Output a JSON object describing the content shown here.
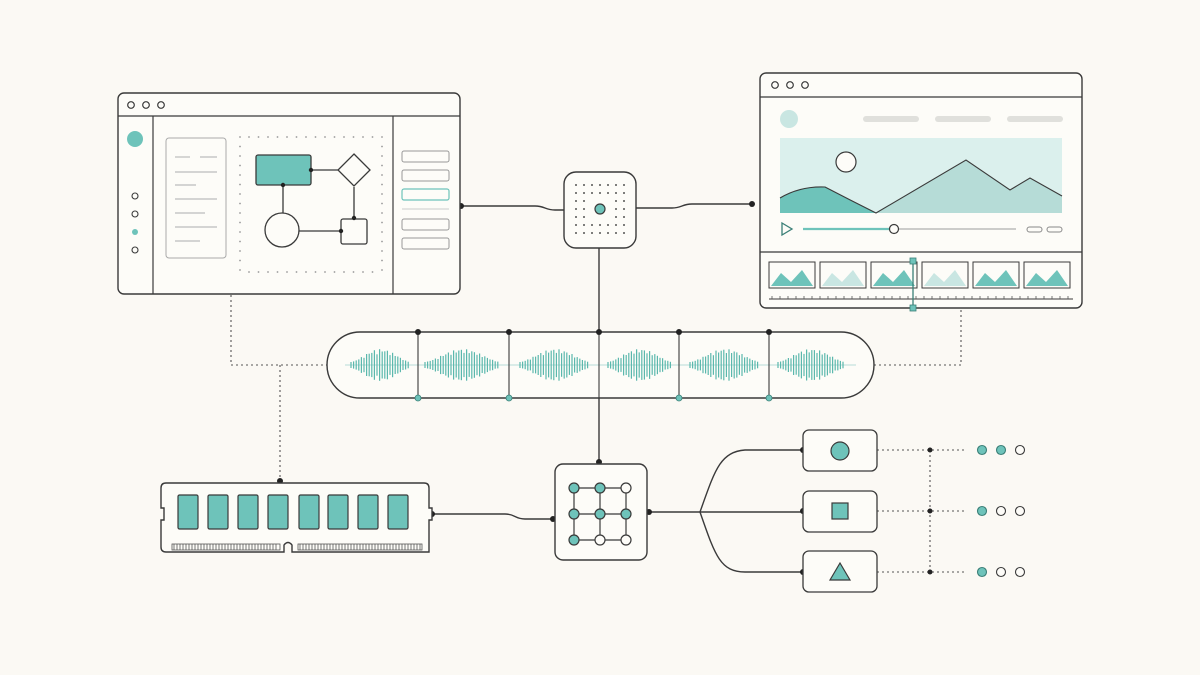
{
  "colors": {
    "background": "#fbf9f4",
    "stroke": "#3a3a3a",
    "accent": "#6ec3ba",
    "accent_light": "#c9e6e2",
    "muted": "#dcdcdc",
    "dot": "#8a8a8a"
  },
  "left_window": {
    "title_dots": 3,
    "sidebar_icons": [
      "accent-dot-icon",
      "radio-icon",
      "radio-icon",
      "active-dot-icon",
      "radio-icon"
    ],
    "flowchart_shapes": [
      "process-box-icon",
      "decision-diamond-icon",
      "terminal-circle-icon",
      "step-square-icon"
    ],
    "panel_rows": 5,
    "text_lines": 6
  },
  "right_window": {
    "title_dots": 3,
    "nav_items": 3,
    "player_icons": [
      "play-icon",
      "progress-bar",
      "toggle-pill",
      "toggle-pill"
    ],
    "thumbnails": 6
  },
  "hub_node": {
    "icon": "dot-grid-chip-icon"
  },
  "waveform_bar": {
    "markers": 5
  },
  "memory_module": {
    "chips": 8
  },
  "matrix_node": {
    "icon": "node-grid-icon"
  },
  "outputs": [
    {
      "shape": "circle-icon",
      "indicators": [
        "filled",
        "filled",
        "empty"
      ]
    },
    {
      "shape": "square-icon",
      "indicators": [
        "filled",
        "empty",
        "empty"
      ]
    },
    {
      "shape": "triangle-icon",
      "indicators": [
        "filled",
        "empty",
        "empty"
      ]
    }
  ]
}
